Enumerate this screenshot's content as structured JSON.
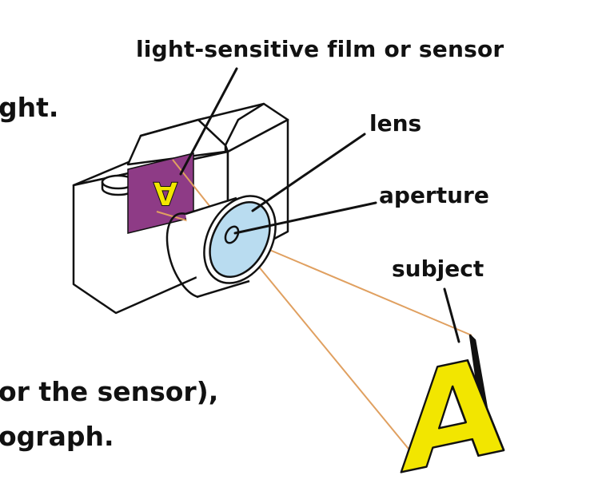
{
  "labels": {
    "film": "light-sensitive film or sensor",
    "lens": "lens",
    "aperture": "aperture",
    "subject": "subject"
  },
  "body_text": {
    "line1": "ght.",
    "line2": "or the sensor),",
    "line3": "ograph."
  },
  "subject_letter": "A",
  "image_letter": "A",
  "colors": {
    "film": "#8e3b86",
    "image_letter": "#f2e600",
    "lens_glass": "#b9dcf0",
    "light_ray": "#e0a060",
    "subject_letter": "#f2e600",
    "outline": "#111111"
  }
}
